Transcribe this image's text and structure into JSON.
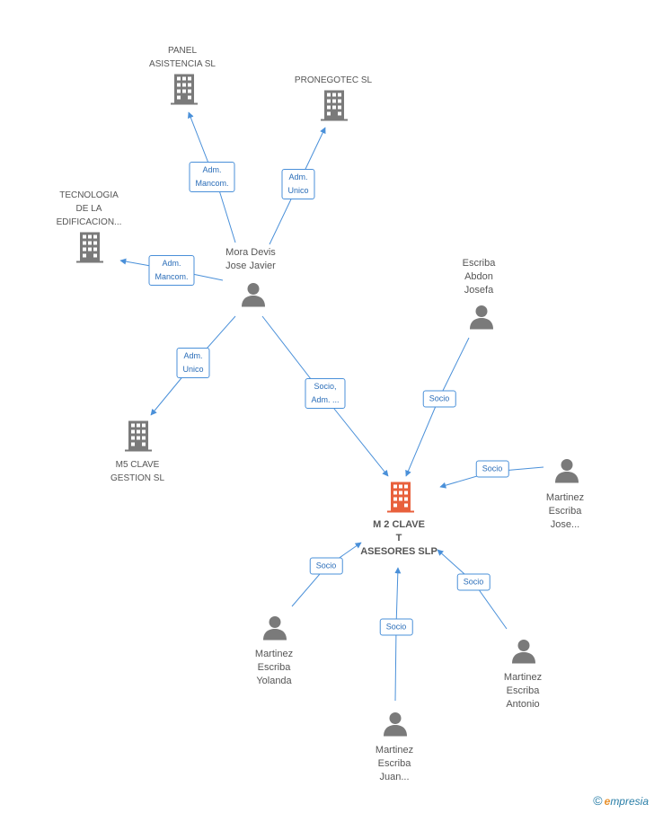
{
  "nodes": {
    "panel": {
      "label": "PANEL\nASISTENCIA SL"
    },
    "pronegotec": {
      "label": "PRONEGOTEC SL"
    },
    "tecnologia": {
      "label": "TECNOLOGIA\nDE LA\nEDIFICACION..."
    },
    "mora": {
      "label": "Mora Devis\nJose Javier"
    },
    "m5": {
      "label": "M5 CLAVE\nGESTION SL"
    },
    "abdon": {
      "label": "Escriba\nAbdon\nJosefa"
    },
    "center": {
      "label": "M 2 CLAVE\nT\nASESORES SLP"
    },
    "jose": {
      "label": "Martinez\nEscriba\nJose..."
    },
    "yolanda": {
      "label": "Martinez\nEscriba\nYolanda"
    },
    "antonio": {
      "label": "Martinez\nEscriba\nAntonio"
    },
    "juan": {
      "label": "Martinez\nEscriba\nJuan..."
    }
  },
  "edges": {
    "mora_panel": "Adm.\nMancom.",
    "mora_pronegotec": "Adm.\nUnico",
    "mora_tecnologia": "Adm.\nMancom.",
    "mora_m5": "Adm.\nUnico",
    "mora_center": "Socio,\nAdm. ...",
    "abdon_center": "Socio",
    "jose_center": "Socio",
    "yolanda_center": "Socio",
    "juan_center": "Socio",
    "antonio_center": "Socio"
  },
  "brand": {
    "copyright": "©",
    "initial": "e",
    "rest": "mpresia"
  },
  "colors": {
    "edge": "#4a90d9",
    "node": "#7a7a7a",
    "center": "#e8603c"
  }
}
